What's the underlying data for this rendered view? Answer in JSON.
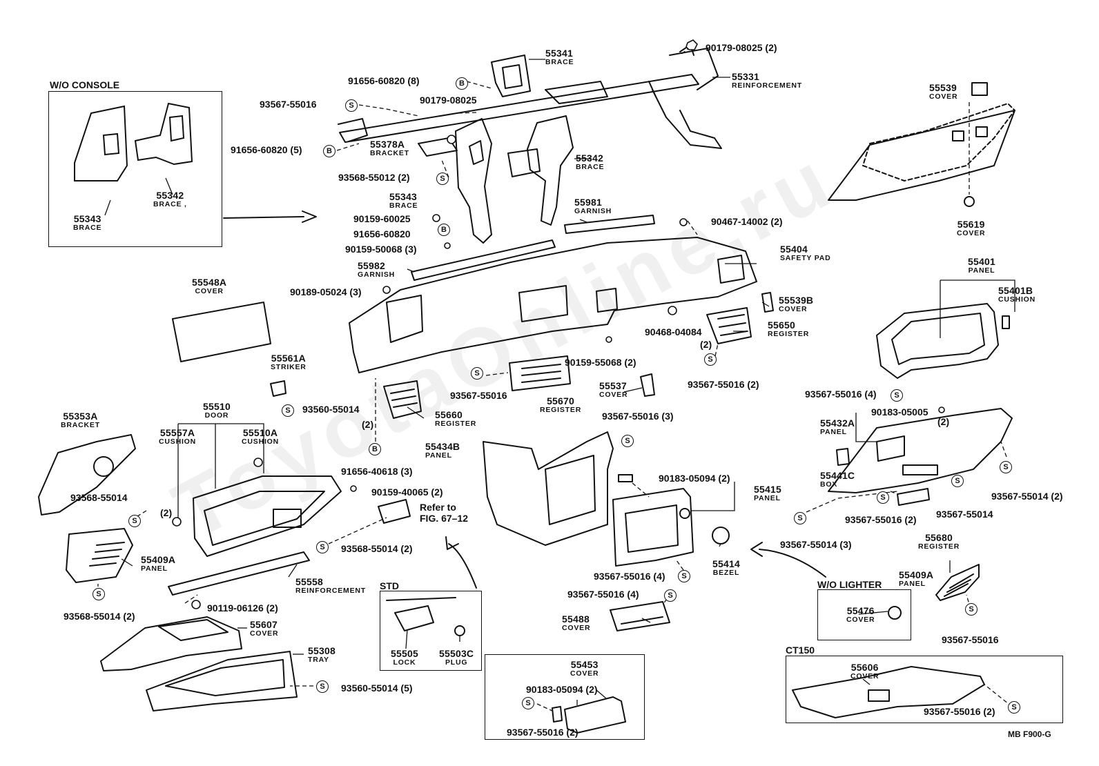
{
  "watermark": "ToyotaOnline.ru",
  "figure_code": "MB F900-G",
  "insets": {
    "wo_console": "W/O CONSOLE",
    "std": "STD",
    "wo_lighter": "W/O LIGHTER",
    "ct150": "CT150"
  },
  "refer": {
    "line1": "Refer to",
    "line2": "FIG. 67–12"
  },
  "callout_letters": {
    "s": "S",
    "b": "B"
  },
  "parts": {
    "p55343_inset": {
      "no": "55343",
      "name": "BRACE"
    },
    "p55342_inset": {
      "no": "55342",
      "name": "BRACE ,"
    },
    "p55341": {
      "no": "55341",
      "name": "BRACE"
    },
    "p55331": {
      "no": "55331",
      "name": "REINFORCEMENT"
    },
    "p55378a": {
      "no": "55378A",
      "name": "BRACKET"
    },
    "p55342": {
      "no": "55342",
      "name": "BRACE"
    },
    "p55343": {
      "no": "55343",
      "name": "BRACE"
    },
    "p55981": {
      "no": "55981",
      "name": "GARNISH"
    },
    "p55982": {
      "no": "55982",
      "name": "GARNISH"
    },
    "p55404": {
      "no": "55404",
      "name": "SAFETY PAD"
    },
    "p55539": {
      "no": "55539",
      "name": "COVER"
    },
    "p55619": {
      "no": "55619",
      "name": "COVER"
    },
    "p55401": {
      "no": "55401",
      "name": "PANEL"
    },
    "p55401b": {
      "no": "55401B",
      "name": "CUSHION"
    },
    "p55548a": {
      "no": "55548A",
      "name": "COVER"
    },
    "p55539b": {
      "no": "55539B",
      "name": "COVER"
    },
    "p55650": {
      "no": "55650",
      "name": "REGISTER"
    },
    "p55561a": {
      "no": "55561A",
      "name": "STRIKER"
    },
    "p55537": {
      "no": "55537",
      "name": "COVER"
    },
    "p55670": {
      "no": "55670",
      "name": "REGISTER"
    },
    "p55660": {
      "no": "55660",
      "name": "REGISTER"
    },
    "p55353a": {
      "no": "55353A",
      "name": "BRACKET"
    },
    "p55510": {
      "no": "55510",
      "name": "DOOR"
    },
    "p55557a": {
      "no": "55557A",
      "name": "CUSHION"
    },
    "p55510a": {
      "no": "55510A",
      "name": "CUSHION"
    },
    "p55434b": {
      "no": "55434B",
      "name": "PANEL"
    },
    "p55432a": {
      "no": "55432A",
      "name": "PANEL"
    },
    "p55441c": {
      "no": "55441C",
      "name": "BOX"
    },
    "p55415": {
      "no": "55415",
      "name": "PANEL"
    },
    "p55680": {
      "no": "55680",
      "name": "REGISTER"
    },
    "p55409a_l": {
      "no": "55409A",
      "name": "PANEL"
    },
    "p55409a_r": {
      "no": "55409A",
      "name": "PANEL"
    },
    "p55558": {
      "no": "55558",
      "name": "REINFORCEMENT"
    },
    "p55414": {
      "no": "55414",
      "name": "BEZEL"
    },
    "p55607": {
      "no": "55607",
      "name": "COVER"
    },
    "p55308": {
      "no": "55308",
      "name": "TRAY"
    },
    "p55505": {
      "no": "55505",
      "name": "LOCK"
    },
    "p55503c": {
      "no": "55503C",
      "name": "PLUG"
    },
    "p55488": {
      "no": "55488",
      "name": "COVER"
    },
    "p55453": {
      "no": "55453",
      "name": "COVER"
    },
    "p55476": {
      "no": "55476",
      "name": "COVER"
    },
    "p55606": {
      "no": "55606",
      "name": "COVER"
    }
  },
  "fasteners": {
    "f1": "90179-08025 (2)",
    "f2": "91656-60820 (8)",
    "f3": "93567-55016",
    "f4": "90179-08025",
    "f5": "91656-60820 (5)",
    "f6": "93568-55012 (2)",
    "f7": "90159-60025",
    "f8": "91656-60820",
    "f9": "90159-50068 (3)",
    "f10": "90467-14002 (2)",
    "f11": "90189-05024 (3)",
    "f12": "90468-04084",
    "f12q": "(2)",
    "f13": "90159-55068 (2)",
    "f14": "93567-55016 (2)",
    "f15": "93560-55014",
    "f15q": "(2)",
    "f16": "93567-55016",
    "f17": "93567-55016 (4)",
    "f18": "90183-05005",
    "f18q": "(2)",
    "f19": "93567-55016 (3)",
    "f20": "91656-40618 (3)",
    "f21": "90159-40065 (2)",
    "f22": "93568-55014",
    "f22q": "(2)",
    "f23": "90183-05094 (2)",
    "f24": "93567-55014 (2)",
    "f25": "93567-55016 (2)",
    "f26": "93567-55014",
    "f27": "93567-55014 (3)",
    "f28": "93568-55014 (2)",
    "f29": "93567-55016 (4)",
    "f30": "93568-55014 (2)",
    "f31": "90119-06126 (2)",
    "f32": "93567-55016 (4)",
    "f33": "93567-55016",
    "f34": "93560-55014 (5)",
    "f35": "90183-05094 (2)",
    "f36": "93567-55016 (2)",
    "f37": "93567-55016 (2)"
  }
}
